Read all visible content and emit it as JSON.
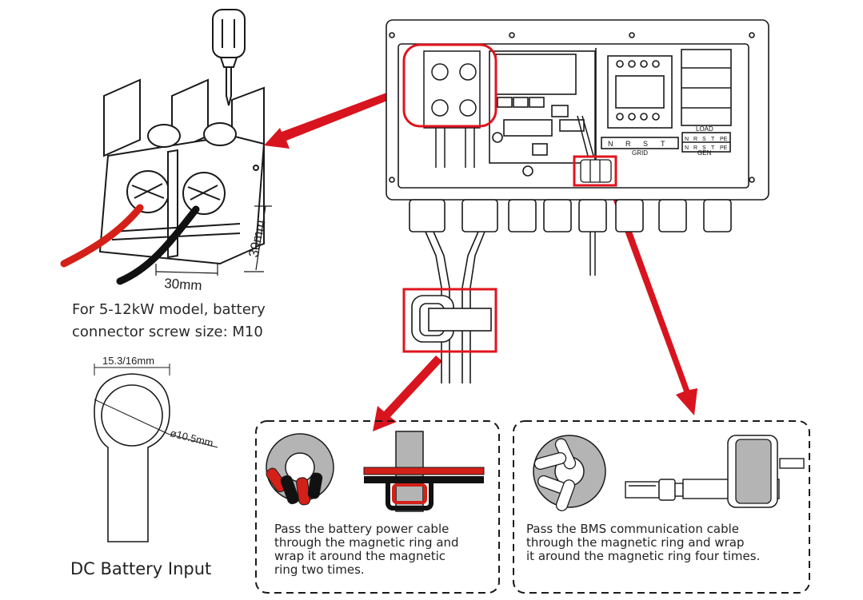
{
  "colors": {
    "highlight": "#e0141e",
    "arrow": "#d8141e",
    "line": "#1a1a1a",
    "ring_fill": "#b4b4b4",
    "red_cable": "#d32018",
    "black_cable": "#111111"
  },
  "terminal": {
    "dim_vertical": "30mm",
    "dim_horizontal": "30mm",
    "caption_line1": "For 5-12kW model, battery",
    "caption_line2": "connector screw size: M10"
  },
  "lug": {
    "width_label": "15.3/16mm",
    "hole_label": "ø10.5mm",
    "caption": "DC Battery Input"
  },
  "inverter": {
    "load_label": "LOAD",
    "grid_label": "GRID",
    "gen_label": "GEN",
    "grid_terminals": [
      "N",
      "R",
      "S",
      "T"
    ],
    "load_terminals": [
      "N",
      "R",
      "S",
      "T",
      "PE"
    ],
    "gen_terminals": [
      "N",
      "R",
      "S",
      "T",
      "PE"
    ]
  },
  "panels": {
    "battery": {
      "line1": "Pass the battery power cable",
      "line2": "through the magnetic ring and",
      "line3": "wrap it around the magnetic",
      "line4": "ring two times."
    },
    "bms": {
      "line1": "Pass the BMS communication cable",
      "line2": "through the magnetic ring and wrap",
      "line3": "it around the magnetic ring four times."
    }
  }
}
